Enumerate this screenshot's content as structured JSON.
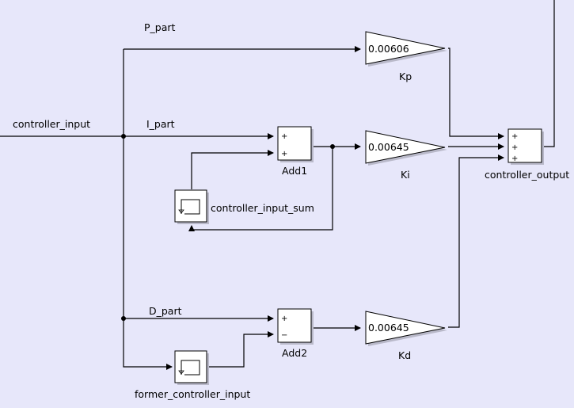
{
  "signals": {
    "controller_input": "controller_input",
    "p_part": "P_part",
    "i_part": "I_part",
    "d_part": "D_part"
  },
  "blocks": {
    "kp": {
      "name": "Kp",
      "value": "0.00606"
    },
    "ki": {
      "name": "Ki",
      "value": "0.00645"
    },
    "kd": {
      "name": "Kd",
      "value": "0.00645"
    },
    "add1": {
      "name": "Add1",
      "signs": [
        "+",
        "+"
      ]
    },
    "add2": {
      "name": "Add2",
      "signs": [
        "+",
        "−"
      ]
    },
    "controller_output": {
      "name": "controller_output",
      "signs": [
        "+",
        "+",
        "+"
      ]
    },
    "delay_sum": {
      "name": "controller_input_sum"
    },
    "delay_prev": {
      "name": "former_controller_input"
    }
  }
}
